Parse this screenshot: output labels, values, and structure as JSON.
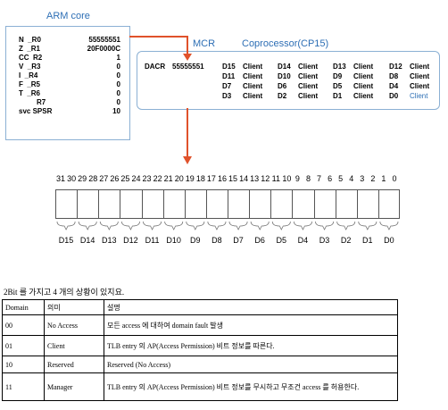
{
  "arm_core": {
    "title": "ARM core",
    "registers": [
      {
        "name": "N  _R0",
        "value": "55555551"
      },
      {
        "name": "Z  _R1",
        "value": "20F0000C"
      },
      {
        "name": "CC  R2",
        "value": "1"
      },
      {
        "name": "V  _R3",
        "value": "0"
      },
      {
        "name": "I  _R4",
        "value": "0"
      },
      {
        "name": "F  _R5",
        "value": "0"
      },
      {
        "name": "T  _R6",
        "value": "0"
      },
      {
        "name": "R7",
        "value": "0"
      },
      {
        "name": "svc SPSR",
        "value": "10"
      }
    ]
  },
  "mcr_label": "MCR",
  "coprocessor": {
    "title": "Coprocessor(CP15)",
    "dacr_label": "DACR",
    "dacr_value": "55555551",
    "rows": [
      [
        [
          "D15",
          "Client"
        ],
        [
          "D14",
          "Client"
        ],
        [
          "D13",
          "Client"
        ],
        [
          "D12",
          "Client"
        ]
      ],
      [
        [
          "D11",
          "Client"
        ],
        [
          "D10",
          "Client"
        ],
        [
          "D9",
          "Client"
        ],
        [
          "D8",
          "Client"
        ]
      ],
      [
        [
          "D7",
          "Client"
        ],
        [
          "D6",
          "Client"
        ],
        [
          "D5",
          "Client"
        ],
        [
          "D4",
          "Client"
        ]
      ],
      [
        [
          "D3",
          "Client"
        ],
        [
          "D2",
          "Client"
        ],
        [
          "D1",
          "Client"
        ],
        [
          "D0",
          "Client"
        ]
      ]
    ]
  },
  "bit_numbers": "3130292827262524232221201918171615141312111098765432 1 0",
  "bit_numbers_tokens": [
    "31",
    "30",
    "29",
    "28",
    "27",
    "26",
    "25",
    "24",
    "23",
    "22",
    "21",
    "20",
    "19",
    "18",
    "17",
    "16",
    "15",
    "14",
    "13",
    "12",
    "11",
    "10",
    "9",
    "8",
    "7",
    "6",
    "5",
    "4",
    "3",
    "2",
    "1",
    "0"
  ],
  "domain_labels": [
    "D15",
    "D14",
    "D13",
    "D12",
    "D11",
    "D10",
    "D9",
    "D8",
    "D7",
    "D6",
    "D5",
    "D4",
    "D3",
    "D2",
    "D1",
    "D0"
  ],
  "intro_text": "2Bit 를  가지고 4 개의  상황이  있지요.",
  "table": {
    "headers": [
      "Domain",
      "의미",
      "설명"
    ],
    "rows": [
      [
        "00",
        "No Access",
        "모든  access 에  대하여  domain fault  발생"
      ],
      [
        "01",
        "Client",
        "TLB entry 의  AP(Access Permission) 비트 정보를 따른다."
      ],
      [
        "10",
        "Reserved",
        "Reserved (No Access)"
      ],
      [
        "11",
        "Manager",
        "TLB entry  의  AP(Access Permission)  비트  정보를  무시하고  무조건 access 를  허용한다."
      ]
    ]
  },
  "colors": {
    "accent_blue": "#2e6fb5",
    "arrow_red": "#e0522b",
    "box_border": "#8bb0d4"
  }
}
